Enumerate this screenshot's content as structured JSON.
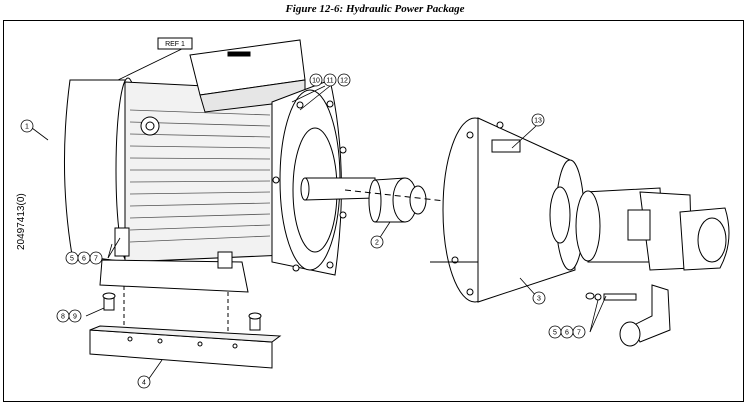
{
  "figure": {
    "title": "Figure 12-6:  Hydraulic Power Package"
  },
  "drawing_number": "20497413(0)",
  "ref_callout": "REF 1",
  "callouts": {
    "c1": "1",
    "c2": "2",
    "c3": "3",
    "c4": "4",
    "c5a": "5",
    "c6a": "6",
    "c7a": "7",
    "c8": "8",
    "c9": "9",
    "c10": "10",
    "c11": "11",
    "c12": "12",
    "c13": "13",
    "c5b": "5",
    "c6b": "6",
    "c7b": "7"
  }
}
